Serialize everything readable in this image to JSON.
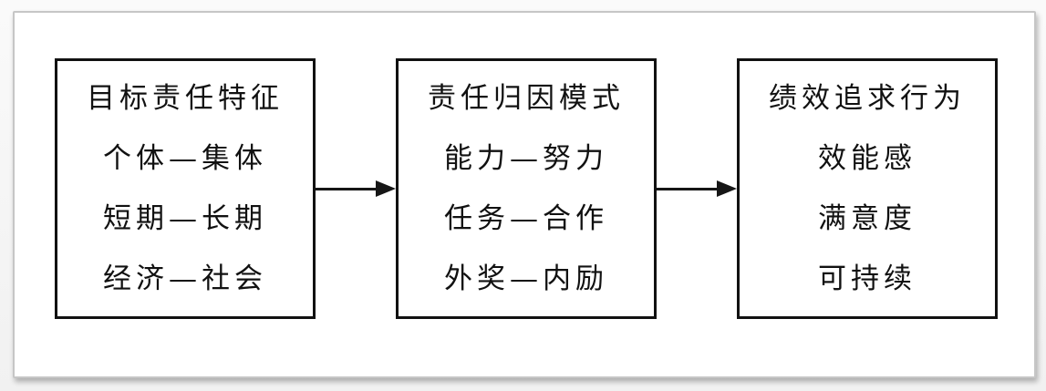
{
  "diagram": {
    "boxes": [
      {
        "title": "目标责任特征",
        "items": [
          "个体—集体",
          "短期—长期",
          "经济—社会"
        ]
      },
      {
        "title": "责任归因模式",
        "items": [
          "能力—努力",
          "任务—合作",
          "外奖—内励"
        ]
      },
      {
        "title": "绩效追求行为",
        "items": [
          "效能感",
          "满意度",
          "可持续"
        ]
      }
    ],
    "colors": {
      "box_border": "#111111",
      "text": "#111111",
      "arrow": "#161616",
      "page_background": "#ffffff",
      "page_border": "#c6c6c6",
      "outer_background": "#f5f5f5"
    }
  }
}
